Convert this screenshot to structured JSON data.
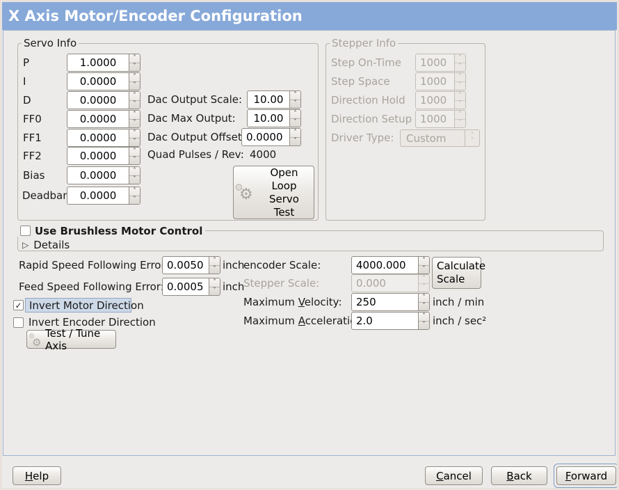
{
  "window": {
    "title": "X Axis Motor/Encoder Configuration"
  },
  "icons": {
    "check": "✓",
    "gear": "⚙",
    "expander": "▷",
    "combo_up": "˄",
    "combo_down": "˅"
  },
  "servo": {
    "title": "Servo Info",
    "gains": [
      {
        "label": "P",
        "value": "1.0000"
      },
      {
        "label": "I",
        "value": "0.0000"
      },
      {
        "label": "D",
        "value": "0.0000"
      },
      {
        "label": "FF0",
        "value": "0.0000"
      },
      {
        "label": "FF1",
        "value": "0.0000"
      },
      {
        "label": "FF2",
        "value": "0.0000"
      },
      {
        "label": "Bias",
        "value": "0.0000"
      },
      {
        "label": "Deadband",
        "value": "0.0000"
      }
    ],
    "dac_output_scale": {
      "label": "Dac Output Scale:",
      "value": "10.00"
    },
    "dac_max_output": {
      "label": "Dac Max Output:",
      "value": "10.00"
    },
    "dac_output_offset": {
      "label": "Dac Output Offset:",
      "value": "0.0000"
    },
    "quad_pulses": {
      "label": "Quad Pulses / Rev:",
      "value": "4000"
    },
    "open_loop_button": "Open\nLoop\nServo\nTest"
  },
  "stepper": {
    "title": "Stepper Info",
    "timings": [
      {
        "label": "Step On-Time",
        "value": "1000"
      },
      {
        "label": "Step Space",
        "value": "1000"
      },
      {
        "label": "Direction Hold",
        "value": "1000"
      },
      {
        "label": "Direction Setup",
        "value": "1000"
      }
    ],
    "driver_type": {
      "label": "Driver Type:",
      "value": "Custom"
    }
  },
  "brushless": {
    "checkbox_label": "Use Brushless Motor Control",
    "checked": false,
    "details_label": "Details"
  },
  "following_error": {
    "rapid": {
      "label": "Rapid Speed Following Error:",
      "value": "0.0050",
      "unit": "inch"
    },
    "feed": {
      "label": "Feed Speed Following Error:",
      "value": "0.0005",
      "unit": "inch"
    }
  },
  "invert": {
    "motor": {
      "label": "Invert Motor Direction",
      "checked": true
    },
    "encoder": {
      "label": "Invert Encoder Direction",
      "checked": false
    }
  },
  "test_tune_button": "Test / Tune Axis",
  "scale": {
    "encoder": {
      "label": "encoder Scale:",
      "value": "4000.000"
    },
    "calculate_button": "Calculate\nScale",
    "stepper": {
      "label": "Stepper Scale:",
      "value": "0.000"
    },
    "velocity": {
      "label_prefix": "Maximum ",
      "label_word": "Velocity:",
      "value": "250",
      "unit": "inch / min"
    },
    "acceleration": {
      "label_prefix": "Maximum ",
      "label_word": "Acceleration:",
      "value": "2.0",
      "unit": "inch / sec²"
    }
  },
  "footer": {
    "help": "Help",
    "cancel": "Cancel",
    "back": "Back",
    "forward": "Forward"
  },
  "colors": {
    "titlebar": "#87a9d9",
    "content_border": "#9fb3d0",
    "selected_label_bg": "#cdd9e8"
  }
}
